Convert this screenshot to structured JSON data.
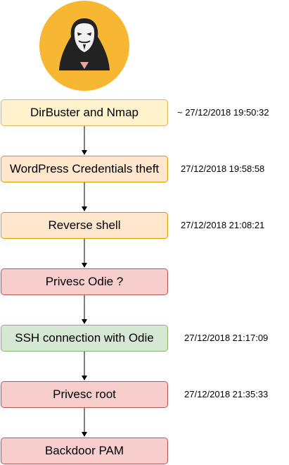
{
  "colors": {
    "yellow_fill": "#fff2cc",
    "yellow_stroke": "#d6b656",
    "orange_fill": "#ffe6cc",
    "orange_stroke": "#d79b00",
    "red_fill": "#f8cecc",
    "red_stroke": "#b85450",
    "green_fill": "#d5e8d4",
    "green_stroke": "#82b366",
    "avatar_bg": "#f7b733"
  },
  "avatar": {
    "icon": "hooded-hacker-icon"
  },
  "steps": [
    {
      "label": "DirBuster and Nmap",
      "timestamp": "~ 27/12/2018 19:50:32",
      "color": "yellow"
    },
    {
      "label": "WordPress Credentials theft",
      "timestamp": "27/12/2018 19:58:58",
      "color": "orange"
    },
    {
      "label": "Reverse shell",
      "timestamp": "27/12/2018 21:08:21",
      "color": "orange"
    },
    {
      "label": "Privesc Odie ?",
      "timestamp": "",
      "color": "red"
    },
    {
      "label": "SSH connection with Odie",
      "timestamp": "27/12/2018 21:17:09",
      "color": "green"
    },
    {
      "label": "Privesc root",
      "timestamp": "27/12/2018 21:35:33",
      "color": "red"
    },
    {
      "label": "Backdoor PAM",
      "timestamp": "",
      "color": "red"
    }
  ]
}
